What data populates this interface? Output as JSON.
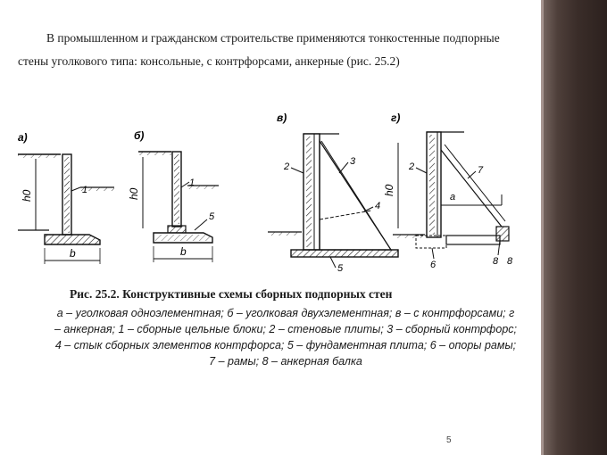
{
  "intro": {
    "text": "В промышленном и гражданском строительстве применяются тонкостенные подпорные стены уголкового типа: консольные, с контрфорсами, анкерные (рис. 25.2)"
  },
  "figure": {
    "panels": {
      "a": {
        "letter": "а)",
        "height_label": "h0",
        "width_label": "b",
        "callouts": [
          "1"
        ]
      },
      "b": {
        "letter": "б)",
        "height_label": "h0",
        "width_label": "b",
        "callouts": [
          "1",
          "5"
        ]
      },
      "v": {
        "letter": "в)",
        "callouts": [
          "2",
          "3",
          "4",
          "5"
        ]
      },
      "g": {
        "letter": "г)",
        "height_label": "h0",
        "callouts": [
          "2",
          "7",
          "a",
          "6",
          "8",
          "8"
        ]
      }
    }
  },
  "caption": {
    "title": "Рис. 25.2. Конструктивные схемы сборных подпорных стен",
    "body": "а – уголковая одноэлементная; б – уголковая двухэлементная; в – с контрфорсами; г – анкерная;  1 – сборные цельные блоки; 2 – стеновые плиты; 3 – сборный контрфорс; 4 – стык сборных элементов контрфорса; 5 – фундаментная плита; 6 – опоры рамы; 7 – рамы;  8 – анкерная балка"
  },
  "page_number": "5"
}
